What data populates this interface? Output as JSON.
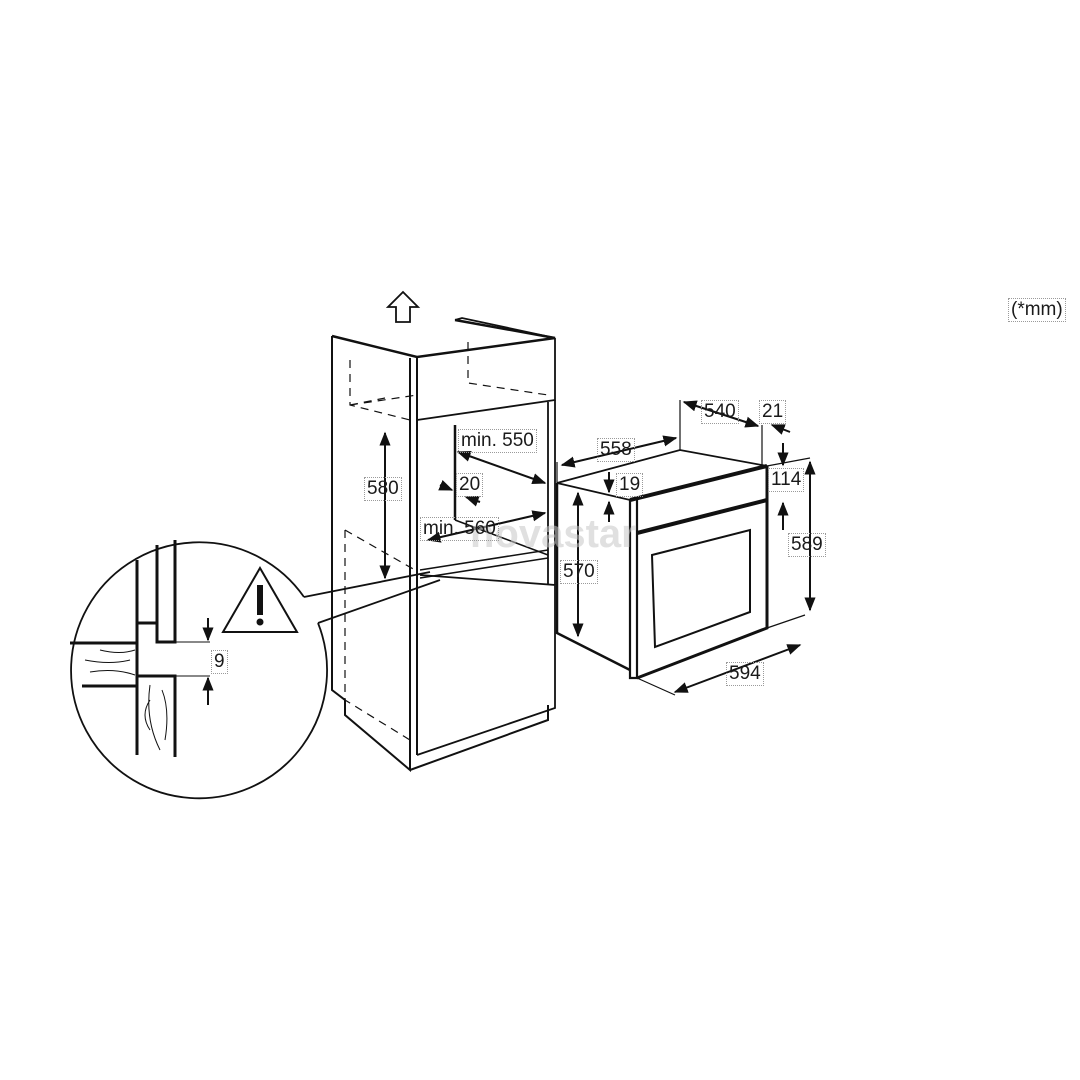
{
  "unit_note": "(*mm)",
  "watermark": "novastar",
  "niche": {
    "height": "580",
    "depth_min": "min. 550",
    "width_min": "min. 560",
    "gap": "20"
  },
  "oven": {
    "depth_total": "558",
    "depth_body": "540",
    "door_thickness": "21",
    "top_offset": "19",
    "panel_height": "114",
    "body_height": "570",
    "front_height": "589",
    "front_width": "594"
  },
  "detail": {
    "clearance": "9",
    "warning_icon": "warning-triangle-icon"
  },
  "ventilation_arrow": "arrow-up-icon"
}
